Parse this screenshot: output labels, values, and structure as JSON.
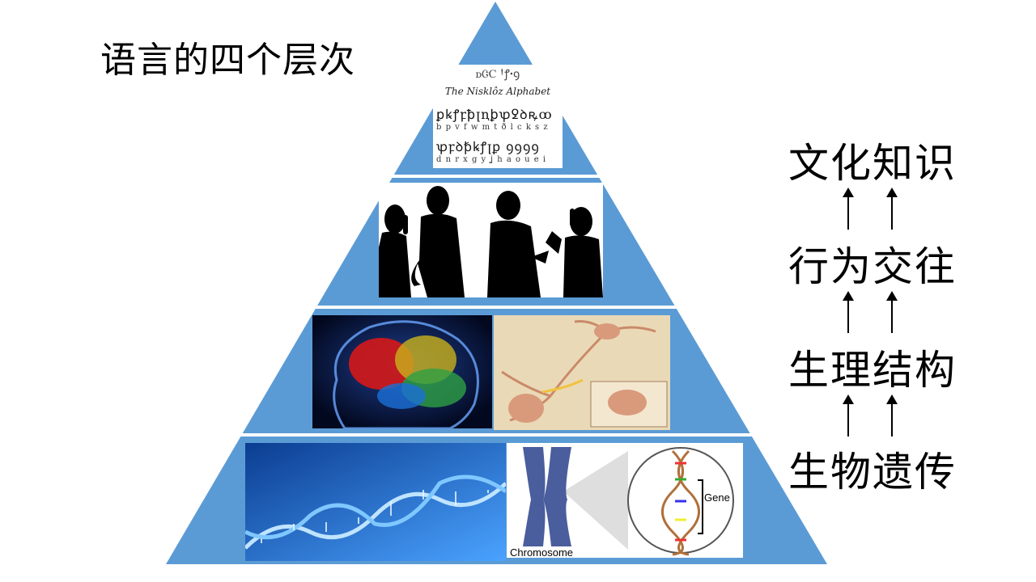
{
  "slide": {
    "title": "语言的四个层次",
    "levels": [
      {
        "label": "文化知识"
      },
      {
        "label": "行为交往"
      },
      {
        "label": "生理结构"
      },
      {
        "label": "生物遗传"
      }
    ]
  },
  "images": {
    "alphabet": {
      "caption": "The Nisklôz Alphabet",
      "row1_letters": "b p v f w m t ð l c k s z",
      "row2_letters": "d n r x g y ʝ h a o u e i"
    },
    "chromosome": {
      "chromosome_label": "Chromosome",
      "gene_label": "Gene"
    }
  },
  "colors": {
    "pyramid_fill": "#5b9bd5",
    "background": "#ffffff",
    "text": "#000000"
  }
}
